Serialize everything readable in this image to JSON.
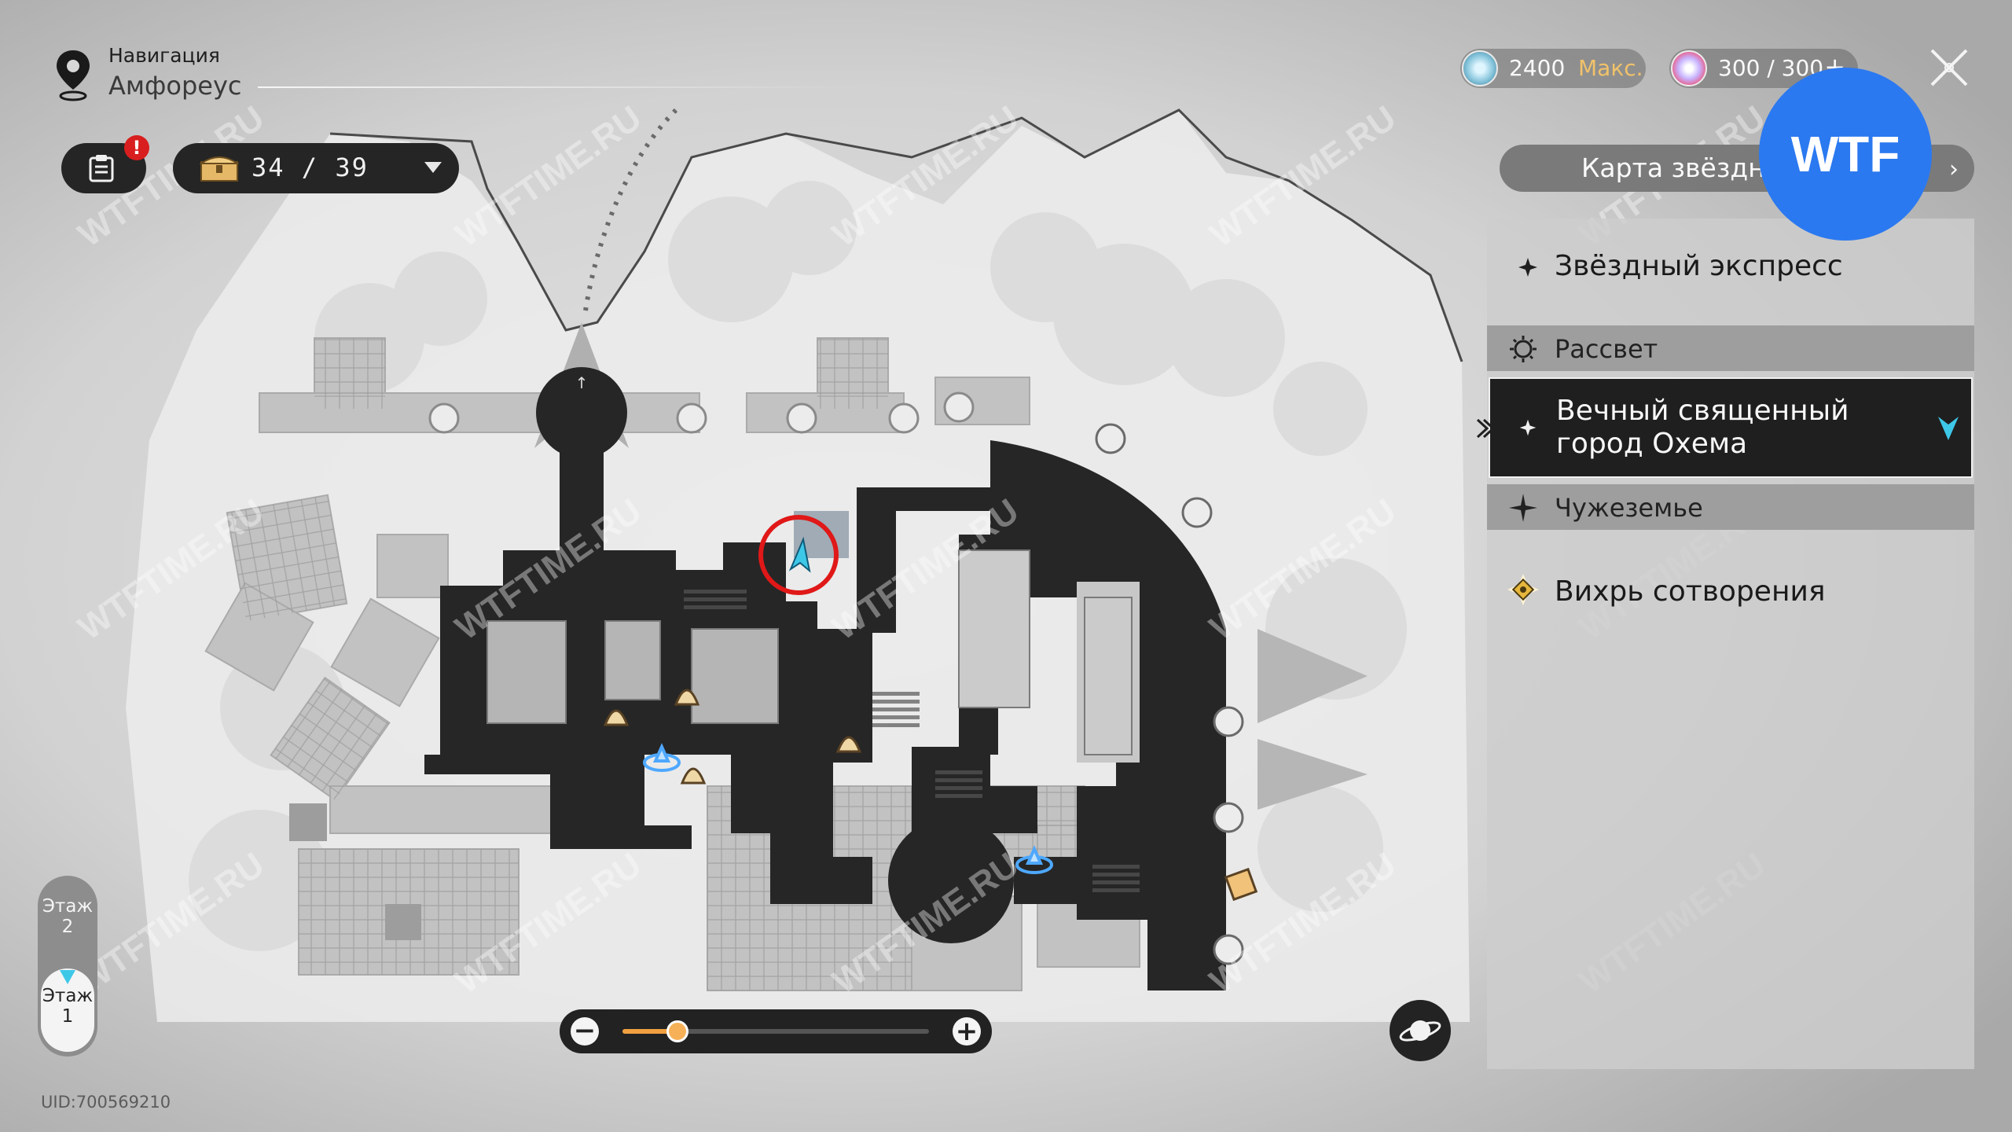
{
  "header": {
    "nav_label": "Навигация",
    "location": "Амфореус"
  },
  "alert_badge": "!",
  "chest_counter": "34 / 39",
  "currencies": [
    {
      "value": "2400",
      "suffix": "Макс."
    },
    {
      "value": "300 / 300",
      "suffix": "+"
    }
  ],
  "panel": {
    "title": "Карта звёздного",
    "regions": [
      {
        "label": "Звёздный экспресс",
        "type": "item"
      },
      {
        "label": "Рассвет",
        "type": "header"
      },
      {
        "label": "Вечный священный город Охема",
        "type": "item",
        "selected": true
      },
      {
        "label": "Чужеземье",
        "type": "header"
      },
      {
        "label": "Вихрь сотворения",
        "type": "item"
      }
    ]
  },
  "floors": [
    {
      "label": "Этаж 2",
      "active": false
    },
    {
      "label": "Этаж 1",
      "active": true
    }
  ],
  "zoom": {
    "level": 0.18
  },
  "uid": "UID:700569210",
  "badge_text": "WTF",
  "watermark": "WTFTIME.RU",
  "colors": {
    "accent_cyan": "#3ec8e8",
    "marker_ring": "#e01818",
    "zoom_fill": "#f0a040",
    "badge_blue": "#2b79f0"
  },
  "icons": [
    "map-pin-icon",
    "clipboard-icon",
    "chest-icon",
    "stellar-jade-icon",
    "star-rail-pass-icon",
    "close-icon",
    "planet-icon",
    "player-arrow-icon",
    "space-anchor-icon",
    "merchant-bell-icon",
    "puzzle-icon"
  ]
}
